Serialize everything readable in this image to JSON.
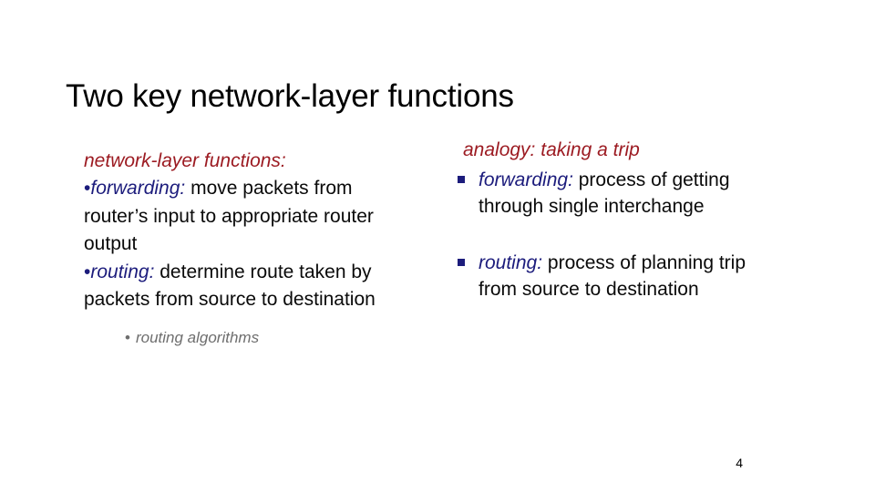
{
  "slide": {
    "title": "Two key network-layer functions",
    "page_number": "4",
    "colors": {
      "heading_red": "#9C1B22",
      "term_blue": "#1C1C7C",
      "body_black": "#0a0a0a",
      "subtext_gray": "#6e6e6e",
      "background": "#ffffff"
    }
  },
  "left_column": {
    "heading": "network-layer functions:",
    "items": [
      {
        "bullet": "•",
        "term": "forwarding",
        "separator": ": ",
        "text": "move packets from router’s input to appropriate router output"
      },
      {
        "bullet": "•",
        "term": "routing",
        "separator": ": ",
        "text": "determine route taken by packets from source to destination"
      }
    ],
    "sub_item": {
      "bullet": "•",
      "text": "routing algorithms"
    }
  },
  "right_column": {
    "heading": "analogy: taking a trip",
    "items": [
      {
        "bullet": "§",
        "term": "forwarding",
        "separator": ": ",
        "text": "process of getting through single interchange"
      },
      {
        "bullet": "§",
        "term": "routing",
        "separator": ": ",
        "text": "process of planning trip from source to destination"
      }
    ]
  }
}
